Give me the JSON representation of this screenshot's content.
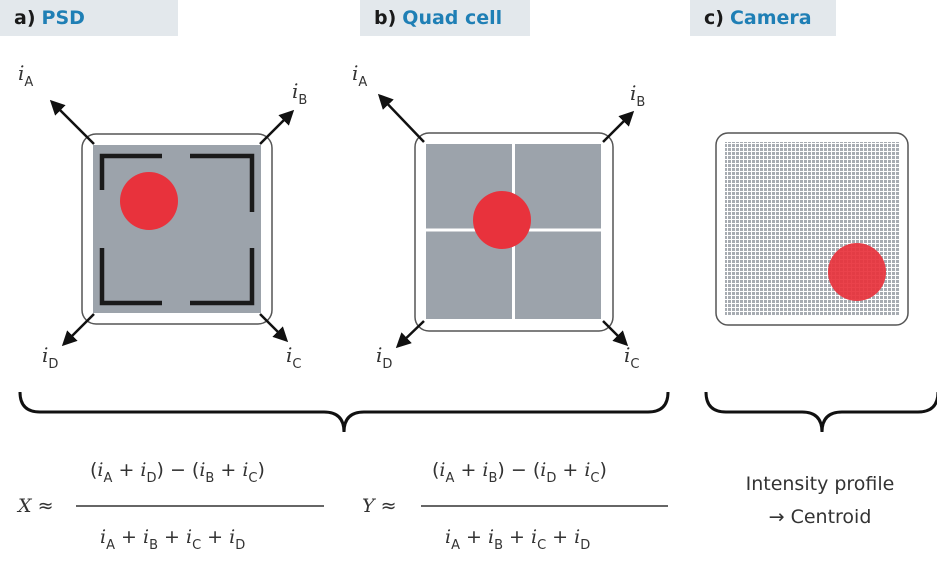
{
  "panels": [
    {
      "letter": "a)",
      "name": "PSD"
    },
    {
      "letter": "b)",
      "name": "Quad cell"
    },
    {
      "letter": "c)",
      "name": "Camera"
    }
  ],
  "currents": {
    "A": "A",
    "B": "B",
    "C": "C",
    "D": "D",
    "i": "i"
  },
  "formulas": {
    "x_var": "X",
    "y_var": "Y",
    "approx": "≈"
  },
  "camera_caption": {
    "line1": "Intensity profile",
    "line2": "→ Centroid"
  },
  "colors": {
    "accent": "#1f7fb5",
    "spot": "#e8323c",
    "sensor": "#9ca3ab",
    "tab_bg": "#e3e8ec"
  }
}
